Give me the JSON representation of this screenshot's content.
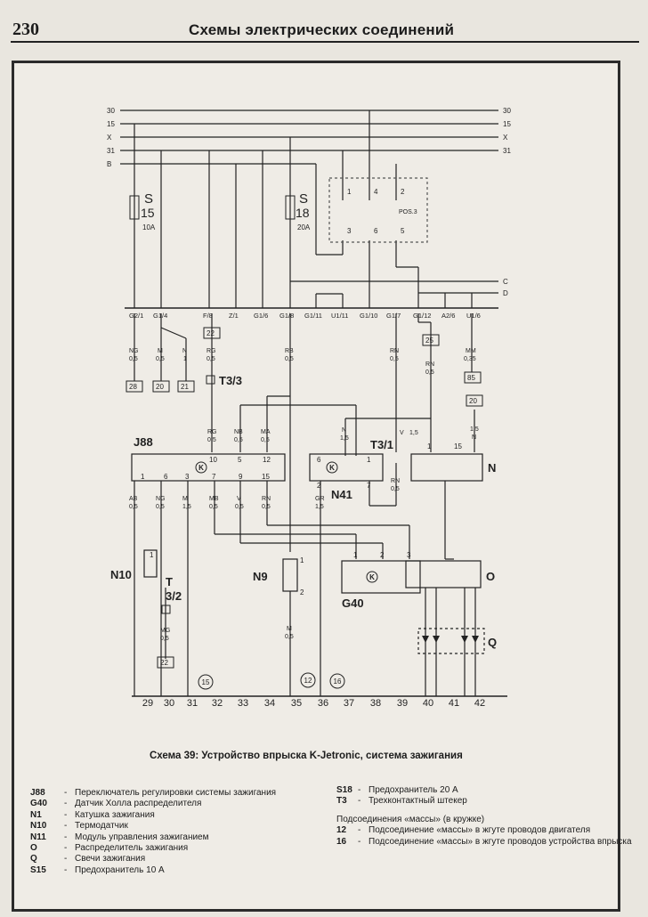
{
  "header": {
    "page_number": "230",
    "title": "Схемы электрических соединений"
  },
  "caption": "Схема 39: Устройство впрыска K-Jetronic, система зажигания",
  "rails": {
    "left": [
      "30",
      "15",
      "X",
      "31",
      "B"
    ],
    "right": [
      "30",
      "15",
      "X",
      "31"
    ],
    "c": "C",
    "d": "D"
  },
  "fuses": {
    "s15": {
      "letter": "S",
      "num": "15",
      "rating": "10A"
    },
    "s18": {
      "letter": "S",
      "num": "18",
      "rating": "20A"
    }
  },
  "relay_contacts": {
    "top": [
      "1",
      "4",
      "2"
    ],
    "bottom": [
      "3",
      "6",
      "5"
    ],
    "pos": "POS.3"
  },
  "connector_pins": [
    "G2/1",
    "G1/4",
    "F/8",
    "Z/1",
    "G1/6",
    "G1/8",
    "G1/11",
    "U1/11",
    "G1/10",
    "G1/7",
    "G1/12",
    "A2/6",
    "U1/6"
  ],
  "wires": {
    "ng_top": [
      "NG",
      "0,5"
    ],
    "m_top": [
      "M",
      "0,5"
    ],
    "n_top": [
      "N",
      "1"
    ],
    "rg_top": [
      "RG",
      "0,5"
    ],
    "rb_top": [
      "RB",
      "0,5"
    ],
    "rn_top": [
      "RN",
      "0,5"
    ],
    "mm_top": [
      "MM",
      "0,35"
    ],
    "rn_25": [
      "RN",
      "0,5"
    ],
    "rg_j": [
      "RG",
      "0,5"
    ],
    "nb_j": [
      "NB",
      "0,5"
    ],
    "ma_j": [
      "MA",
      "0,5"
    ],
    "n_n41": [
      "N",
      "1,5"
    ],
    "v_n41": [
      "V",
      "1,5"
    ],
    "n_20": [
      "1,5",
      "N"
    ],
    "rn_n41": [
      "RN",
      "0,5"
    ],
    "gr_n41": [
      "GR",
      "1,5"
    ],
    "ab": [
      "AB",
      "0,5"
    ],
    "ng_b": [
      "NG",
      "0,5"
    ],
    "m_b": [
      "M",
      "1,5"
    ],
    "mb_b": [
      "MB",
      "0,5"
    ],
    "v_b": [
      "V",
      "0,5"
    ],
    "rn_b": [
      "RN",
      "0,5"
    ],
    "mg_t32": [
      "MG",
      "0,5"
    ],
    "m_n9": [
      "M",
      "0,5"
    ]
  },
  "ground_boxes": [
    "28",
    "20",
    "21",
    "22",
    "25",
    "85",
    "20",
    "22"
  ],
  "components": {
    "t33": "T3/3",
    "t31": "T3/1",
    "t32_t": "T",
    "t32_n": "3/2",
    "j88": "J88",
    "n41": "N41",
    "n": "N",
    "n10": "N10",
    "n9": "N9",
    "g40": "G40",
    "o": "O",
    "q": "Q",
    "k": "K"
  },
  "j88_pins_top": [
    "10",
    "5",
    "12"
  ],
  "j88_pins_bottom": [
    "1",
    "6",
    "3",
    "7",
    "9",
    "15"
  ],
  "n41_pins": [
    "6",
    "1",
    "2",
    "7"
  ],
  "n_pins": [
    "1",
    "15"
  ],
  "g40_pins": [
    "1",
    "2",
    "3"
  ],
  "n9_pins": [
    "1",
    "2"
  ],
  "n10_pins": [
    "1"
  ],
  "circled_grounds": [
    "15",
    "12",
    "16"
  ],
  "bottom_numbers": [
    "29",
    "30",
    "31",
    "32",
    "33",
    "34",
    "35",
    "36",
    "37",
    "38",
    "39",
    "40",
    "41",
    "42"
  ],
  "legend_left": [
    {
      "code": "J88",
      "text": "Переключатель регулировки системы зажигания"
    },
    {
      "code": "G40",
      "text": "Датчик Холла распределителя"
    },
    {
      "code": "N1",
      "text": "Катушка зажигания"
    },
    {
      "code": "N10",
      "text": "Термодатчик"
    },
    {
      "code": "N11",
      "text": "Модуль управления зажиганием"
    },
    {
      "code": "O",
      "text": "Распределитель зажигания"
    },
    {
      "code": "Q",
      "text": "Свечи зажигания"
    },
    {
      "code": "S15",
      "text": "Предохранитель 10 А"
    }
  ],
  "legend_right": [
    {
      "code": "S18",
      "text": "Предохранитель 20 А"
    },
    {
      "code": "T3",
      "text": "Трехконтактный штекер"
    }
  ],
  "ground_notes": {
    "title": "Подсоединения «массы» (в кружке)",
    "items": [
      {
        "code": "12",
        "text": "Подсоединение «массы» в жгуте проводов двигателя"
      },
      {
        "code": "16",
        "text": "Подсоединение «массы» в жгуте проводов устройства впрыска"
      }
    ]
  }
}
